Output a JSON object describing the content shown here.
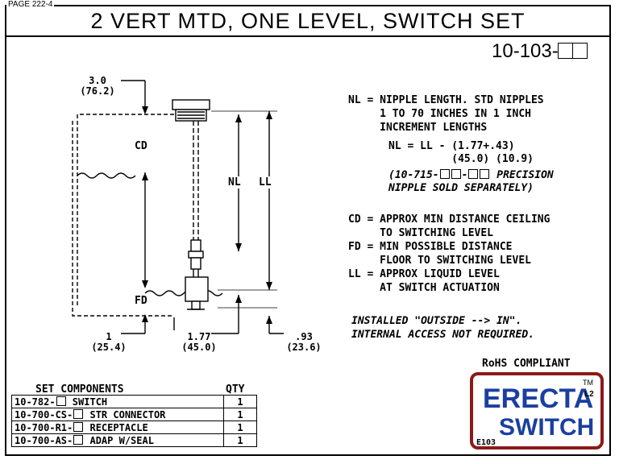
{
  "page_label": "PAGE 222-4",
  "title": "2 VERT MTD, ONE LEVEL, SWITCH SET",
  "part_number": {
    "prefix": "10-103-"
  },
  "notes": {
    "nl": [
      "NL = NIPPLE LENGTH. STD NIPPLES",
      "     1 TO 70 INCHES IN 1 INCH",
      "     INCREMENT LENGTHS"
    ],
    "formula_1": "NL = LL - (1.77+.43)",
    "formula_2": "          (45.0) (10.9)",
    "precision_prefix": "(10-715-",
    "precision_suffix": " PRECISION",
    "precision_2": "NIPPLE SOLD SEPARATELY)",
    "cd": [
      "CD = APPROX MIN DISTANCE CEILING",
      "     TO SWITCHING LEVEL"
    ],
    "fd": [
      "FD = MIN POSSIBLE DISTANCE",
      "     FLOOR TO SWITCHING LEVEL"
    ],
    "ll": [
      "LL = APPROX LIQUID LEVEL",
      "     AT SWITCH ACTUATION"
    ],
    "installed": [
      "INSTALLED \"OUTSIDE --> IN\".",
      "INTERNAL ACCESS NOT REQUIRED."
    ]
  },
  "dimensions": {
    "top_in": "3.0",
    "top_mm": "(76.2)",
    "left_in": "1",
    "left_mm": "(25.4)",
    "mid_in": "1.77",
    "mid_mm": "(45.0)",
    "right_in": ".93",
    "right_mm": "(23.6)"
  },
  "drawing_labels": {
    "cd": "CD",
    "fd": "FD",
    "nl": "NL",
    "ll": "LL"
  },
  "rohs": "RoHS COMPLIANT",
  "components": {
    "header_name": "SET COMPONENTS",
    "header_qty": "QTY",
    "rows": [
      {
        "prefix": "10-782-",
        "name": " SWITCH",
        "qty": "1"
      },
      {
        "prefix": "10-700-CS-",
        "name": " STR CONNECTOR",
        "qty": "1"
      },
      {
        "prefix": "10-700-R1-",
        "name": " RECEPTACLE",
        "qty": "1"
      },
      {
        "prefix": "10-700-AS-",
        "name": " ADAP W/SEAL",
        "qty": "1"
      }
    ]
  },
  "logo": {
    "line1": "ERECTA",
    "line2": "SWITCH",
    "tm": "TM",
    "l2": "L2",
    "code": "E103",
    "border_color": "#8b1a1a",
    "text_color": "#1a3fa0"
  }
}
